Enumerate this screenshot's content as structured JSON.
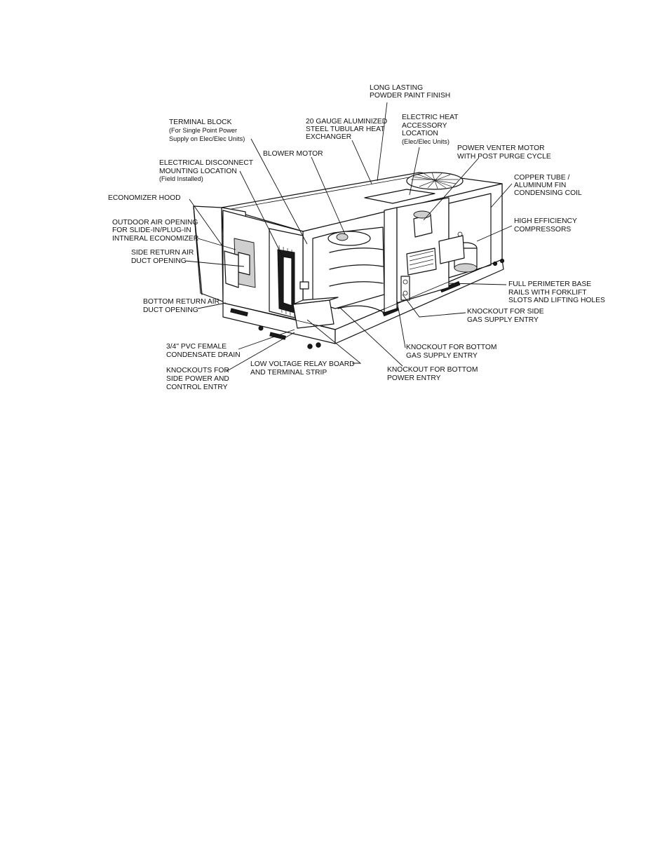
{
  "labels": {
    "long_lasting": [
      "LONG LASTING",
      "POWDER PAINT FINISH"
    ],
    "terminal_block": [
      "TERMINAL BLOCK",
      "(For Single Point Power",
      "Supply on Elec/Elec Units)"
    ],
    "heat_exchanger": [
      "20 GAUGE ALUMINIZED",
      "STEEL TUBULAR HEAT",
      "EXCHANGER"
    ],
    "electric_heat": [
      "ELECTRIC HEAT",
      "ACCESSORY",
      "LOCATION",
      "(Elec/Elec Units)"
    ],
    "power_venter": [
      "POWER VENTER MOTOR",
      "WITH POST PURGE CYCLE"
    ],
    "blower_motor": [
      "BLOWER MOTOR"
    ],
    "electrical_disconnect": [
      "ELECTRICAL DISCONNECT",
      "MOUNTING LOCATION",
      "(Field Installed)"
    ],
    "copper_tube": [
      "COPPER TUBE /",
      "ALUMINUM FIN",
      "CONDENSING COIL"
    ],
    "economizer_hood": [
      "ECONOMIZER HOOD"
    ],
    "outdoor_air": [
      "OUTDOOR AIR OPENING",
      "FOR SLIDE-IN/PLUG-IN",
      "INTNERAL ECONOMIZER"
    ],
    "high_efficiency": [
      "HIGH EFFICIENCY",
      "COMPRESSORS"
    ],
    "side_return": [
      "SIDE RETURN AIR",
      "DUCT OPENING"
    ],
    "full_perimeter": [
      "FULL PERIMETER BASE",
      "RAILS WITH FORKLIFT",
      "SLOTS AND LIFTING HOLES"
    ],
    "bottom_return": [
      "BOTTOM RETURN AIR",
      "DUCT OPENING"
    ],
    "knockout_side_gas": [
      "KNOCKOUT FOR SIDE",
      "GAS SUPPLY ENTRY"
    ],
    "pvc_drain": [
      "3/4\" PVC FEMALE",
      "CONDENSATE DRAIN"
    ],
    "knockout_bottom_gas": [
      "KNOCKOUT FOR BOTTOM",
      "GAS SUPPLY ENTRY"
    ],
    "low_voltage": [
      "LOW VOLTAGE RELAY BOARD",
      "AND TERMINAL STRIP"
    ],
    "knockouts_side_power": [
      "KNOCKOUTS FOR",
      "SIDE POWER AND",
      "CONTROL ENTRY"
    ],
    "knockout_bottom_power": [
      "KNOCKOUT FOR BOTTOM",
      "POWER ENTRY"
    ]
  }
}
